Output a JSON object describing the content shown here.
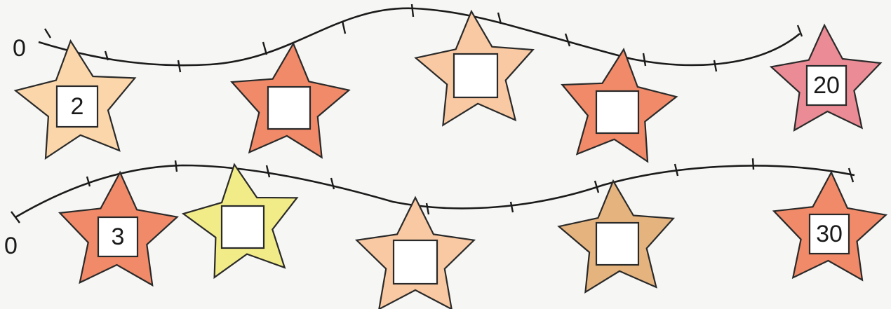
{
  "rows": [
    {
      "start_label": "0",
      "stars": [
        {
          "label": "2",
          "color": "#fad6aa",
          "empty": false
        },
        {
          "label": "",
          "color": "#f08a68",
          "empty": true
        },
        {
          "label": "",
          "color": "#f8c9a2",
          "empty": true
        },
        {
          "label": "",
          "color": "#f08a68",
          "empty": true
        },
        {
          "label": "20",
          "color": "#ea8b95",
          "empty": false
        }
      ]
    },
    {
      "start_label": "0",
      "stars": [
        {
          "label": "3",
          "color": "#f08a68",
          "empty": false
        },
        {
          "label": "",
          "color": "#f2ec88",
          "empty": true
        },
        {
          "label": "",
          "color": "#f8c9a2",
          "empty": true
        },
        {
          "label": "",
          "color": "#e5b47e",
          "empty": true
        },
        {
          "label": "30",
          "color": "#f08a68",
          "empty": false
        }
      ]
    }
  ]
}
